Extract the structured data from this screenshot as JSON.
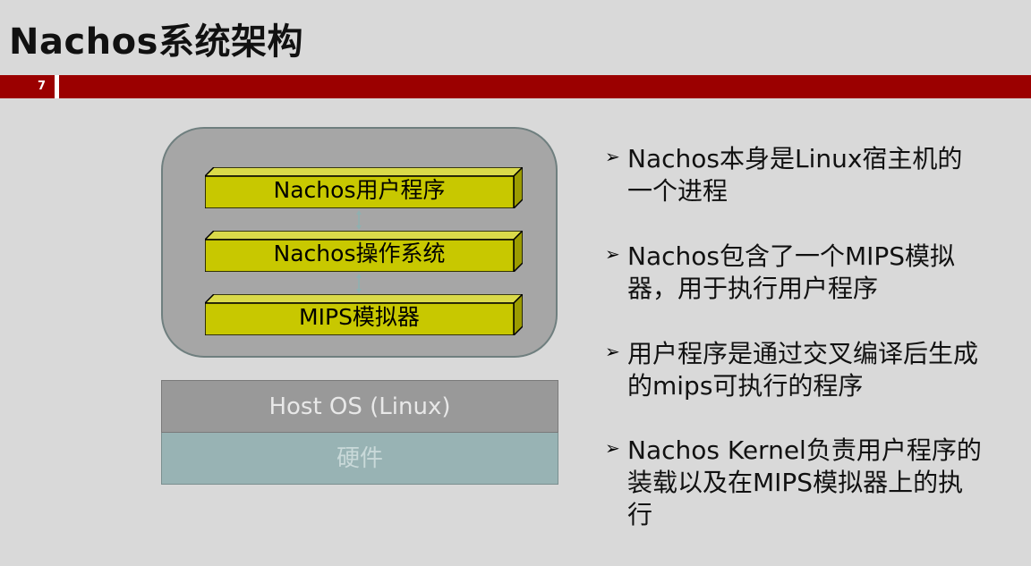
{
  "slide": {
    "title": "Nachos系统架构",
    "page_number": "7"
  },
  "diagram": {
    "layers": [
      "Nachos用户程序",
      "Nachos操作系统",
      "MIPS模拟器"
    ],
    "host": "Host OS (Linux)",
    "hardware": "硬件",
    "colors": {
      "layer_fill": "#c8c800",
      "vm_box": "#a6a6a6",
      "host": "#999999",
      "hardware": "#98b3b4",
      "banner": "#9b0000"
    }
  },
  "bullets": [
    "Nachos本身是Linux宿主机的一个进程",
    "Nachos包含了一个MIPS模拟器，用于执行用户程序",
    "用户程序是通过交叉编译后生成的mips可执行的程序",
    "Nachos Kernel负责用户程序的装载以及在MIPS模拟器上的执行"
  ],
  "bullet_marker": "➢"
}
